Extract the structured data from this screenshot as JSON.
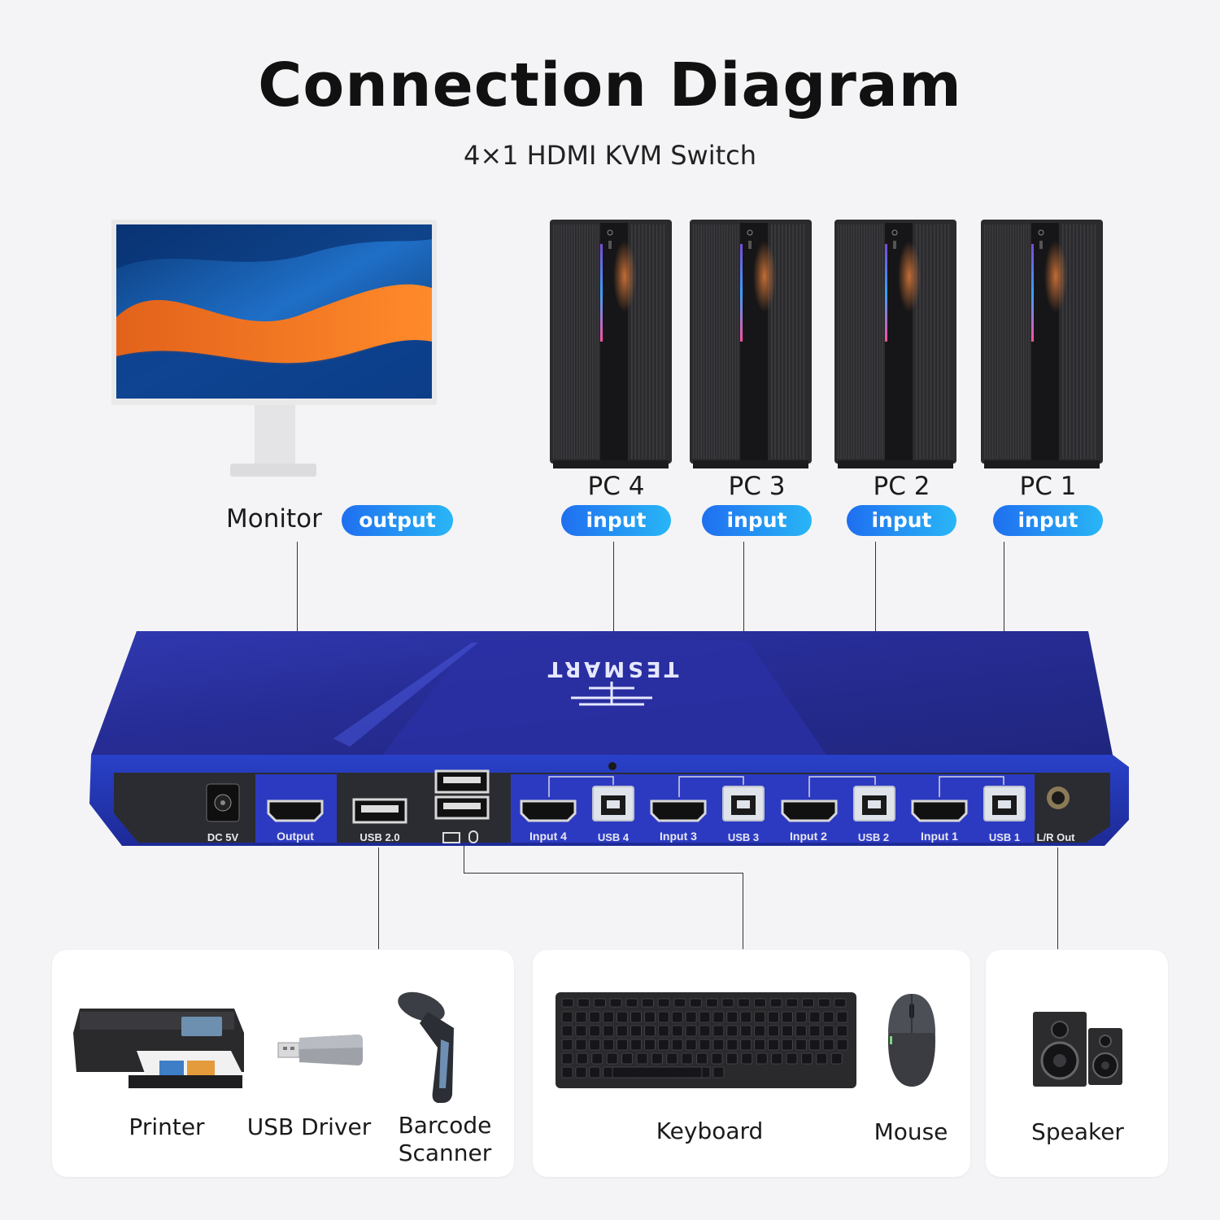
{
  "header": {
    "title": "Connection Diagram",
    "subtitle": "4×1 HDMI KVM Switch"
  },
  "top_devices": {
    "monitor": {
      "name": "Monitor",
      "badge": "output"
    },
    "pcs": [
      {
        "name": "PC 4",
        "badge": "input"
      },
      {
        "name": "PC 3",
        "badge": "input"
      },
      {
        "name": "PC 2",
        "badge": "input"
      },
      {
        "name": "PC 1",
        "badge": "input"
      }
    ]
  },
  "switch": {
    "brand": "TESMART",
    "ports": {
      "dc": "DC 5V",
      "output": "Output",
      "usb20": "USB 2.0",
      "input4": "Input 4",
      "usb4": "USB 4",
      "input3": "Input 3",
      "usb3": "USB 3",
      "input2": "Input 2",
      "usb2": "USB 2",
      "input1": "Input 1",
      "usb1": "USB 1",
      "lrout": "L/R Out"
    },
    "colors": {
      "body": "#2d33a6",
      "highlight": "#2941c9"
    }
  },
  "peripherals": {
    "printer": "Printer",
    "usb_driver": "USB Driver",
    "barcode_line1": "Barcode",
    "barcode_line2": "Scanner",
    "keyboard": "Keyboard",
    "mouse": "Mouse",
    "speaker": "Speaker"
  },
  "accent_colors": {
    "pill_start": "#1f6ff0",
    "pill_end": "#29b6f6"
  }
}
